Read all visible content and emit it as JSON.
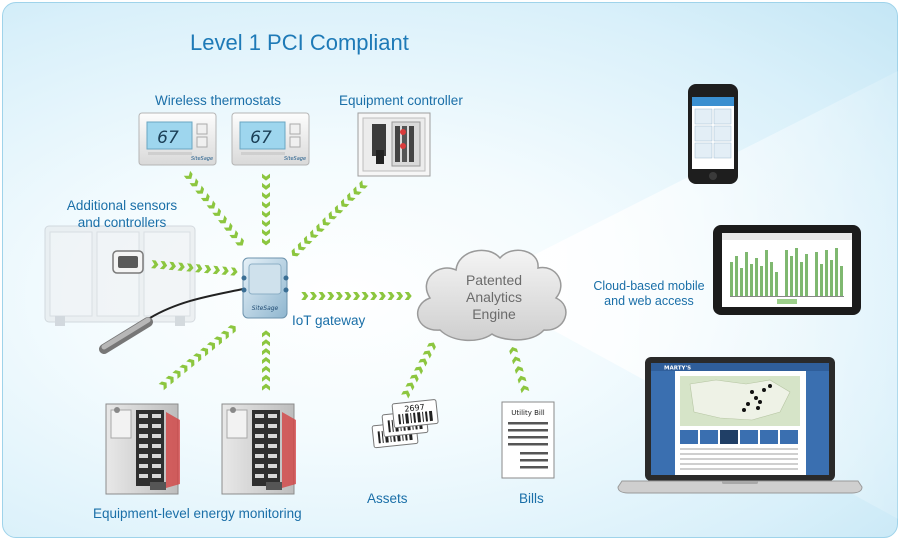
{
  "title": "Level 1 PCI Compliant",
  "labels": {
    "thermostats": "Wireless thermostats",
    "equipment_controller": "Equipment controller",
    "sensors_line1": "Additional sensors",
    "sensors_line2": "and controllers",
    "gateway": "IoT gateway",
    "monitoring": "Equipment-level energy monitoring",
    "assets": "Assets",
    "bills": "Bills",
    "cloud_access_line1": "Cloud-based mobile",
    "cloud_access_line2": "and web access"
  },
  "cloud": {
    "line1": "Patented",
    "line2": "Analytics",
    "line3": "Engine"
  },
  "thermostat": {
    "reading": "67",
    "brand": "SiteSage"
  },
  "gateway_brand": "SiteSage",
  "asset_tag_number": "2697",
  "utility_bill_title": "Utility Bill",
  "laptop_brand": "MARTY'S",
  "colors": {
    "title": "#1e7ab7",
    "label": "#1a6fa8",
    "arrow": "#8cc63f",
    "background": "#d9f0fa"
  }
}
